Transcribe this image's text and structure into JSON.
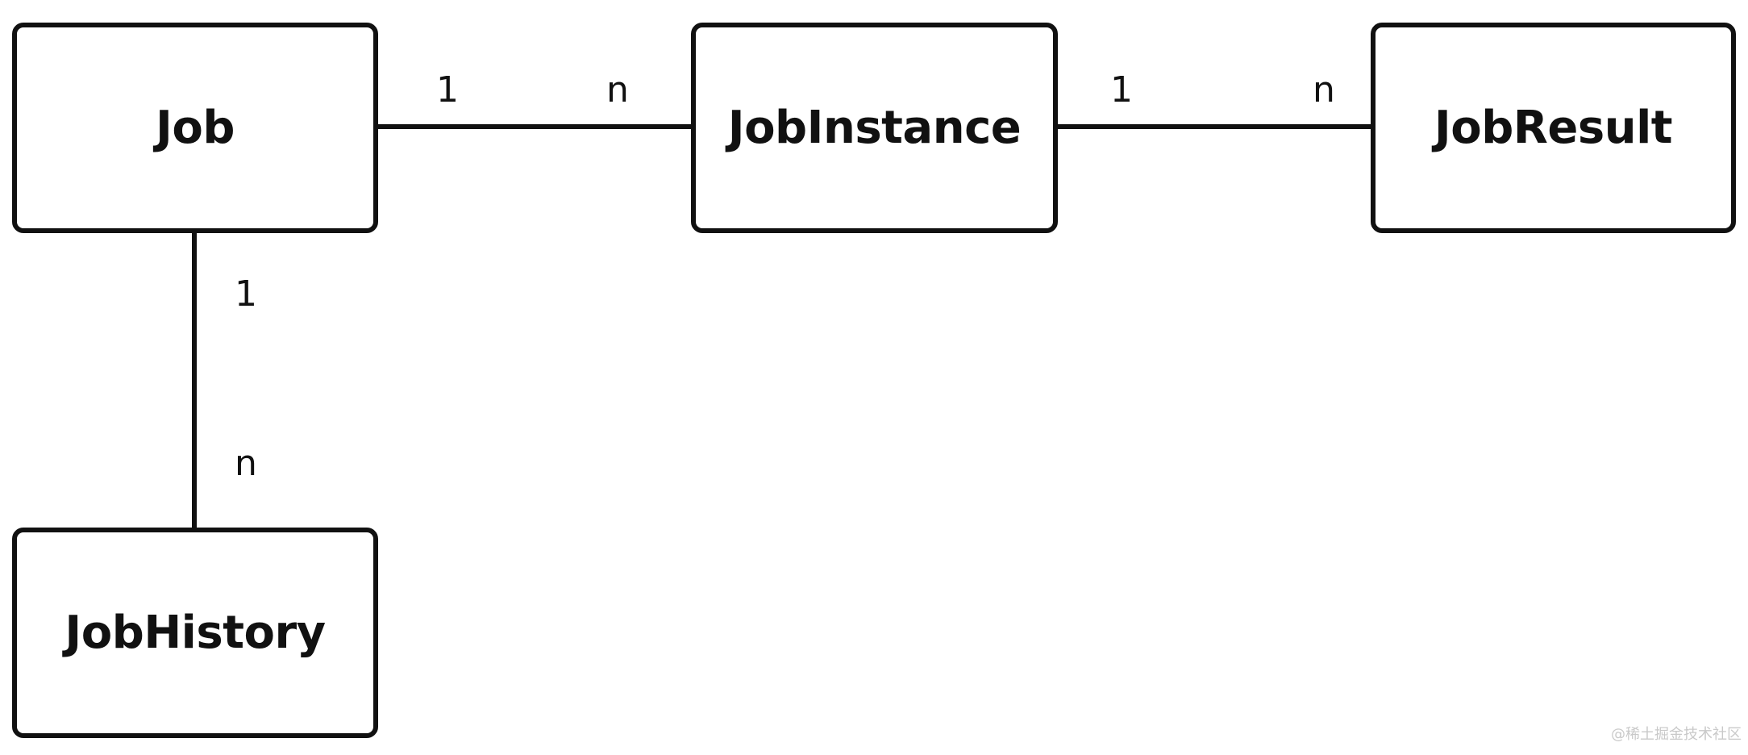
{
  "entities": {
    "job": "Job",
    "job_instance": "JobInstance",
    "job_result": "JobResult",
    "job_history": "JobHistory"
  },
  "relations": {
    "job_to_instance": {
      "from_cardinality": "1",
      "to_cardinality": "n"
    },
    "instance_to_result": {
      "from_cardinality": "1",
      "to_cardinality": "n"
    },
    "job_to_history": {
      "from_cardinality": "1",
      "to_cardinality": "n"
    }
  },
  "watermark": "@稀土掘金技术社区",
  "colors": {
    "stroke": "#111111",
    "background": "#ffffff",
    "watermark": "#c9c9c9"
  }
}
